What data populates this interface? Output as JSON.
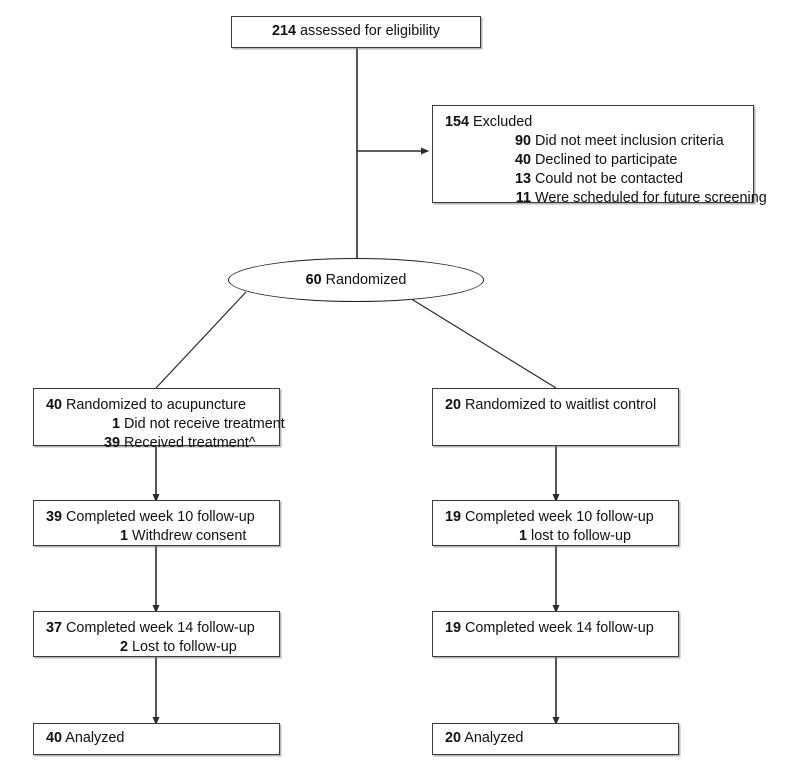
{
  "diagram": {
    "type": "consort-flow-diagram",
    "accent_color": "#3b3b3b",
    "background_color": "#ffffff",
    "footnote_marker": "^"
  },
  "nodes": {
    "assessed": {
      "shape": "rect",
      "num": "214",
      "text": "assessed for eligibility"
    },
    "excluded": {
      "shape": "rect",
      "num": "154",
      "text": "Excluded",
      "reasons": [
        {
          "num": "90",
          "text": "Did not meet inclusion criteria"
        },
        {
          "num": "40",
          "text": "Declined to participate"
        },
        {
          "num": "13",
          "text": "Could not be contacted"
        },
        {
          "num": "11",
          "text": "Were scheduled for future screening"
        }
      ]
    },
    "randomized": {
      "shape": "ellipse",
      "num": "60",
      "text": "Randomized"
    },
    "left": {
      "allocation": {
        "num": "40",
        "text": "Randomized to acupuncture",
        "sub": [
          {
            "num": "1",
            "text": "Did not receive treatment"
          },
          {
            "num": "39",
            "text": "Received treatment^"
          }
        ]
      },
      "week10": {
        "num": "39",
        "text": "Completed week 10 follow-up",
        "sub": [
          {
            "num": "1",
            "text": "Withdrew consent"
          }
        ]
      },
      "week14": {
        "num": "37",
        "text": "Completed week 14 follow-up",
        "sub": [
          {
            "num": "2",
            "text": "Lost to follow-up"
          }
        ]
      },
      "analyzed": {
        "num": "40",
        "text": "Analyzed"
      }
    },
    "right": {
      "allocation": {
        "num": "20",
        "text": "Randomized to waitlist control",
        "sub": []
      },
      "week10": {
        "num": "19",
        "text": "Completed week 10 follow-up",
        "sub": [
          {
            "num": "1",
            "text": "lost to follow-up"
          }
        ]
      },
      "week14": {
        "num": "19",
        "text": "Completed week 14 follow-up",
        "sub": []
      },
      "analyzed": {
        "num": "20",
        "text": "Analyzed"
      }
    }
  }
}
